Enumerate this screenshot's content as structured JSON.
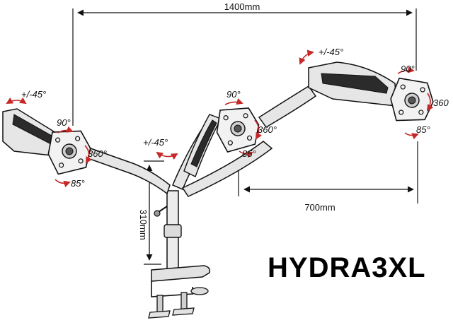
{
  "dimensions": {
    "total_width": "1400mm",
    "right_arm_span": "700mm",
    "pole_height": "310mm"
  },
  "angles": {
    "left": {
      "swivel": "+/-45°",
      "tilt_up": "90°",
      "rotate": "360°",
      "tilt_down": "85°"
    },
    "center": {
      "swivel": "+/-45°",
      "tilt_up": "90°",
      "rotate": "360°",
      "tilt_down": "85°"
    },
    "right": {
      "swivel": "+/-45°",
      "tilt_up": "90°",
      "rotate": "360",
      "tilt_down": "85°"
    }
  },
  "product_name": "HYDRA3XL",
  "colors": {
    "line": "#111111",
    "rotation_arrow": "#c62828",
    "arm_fill": "#e6e6e6",
    "spring_fill": "#2b2b2b"
  }
}
